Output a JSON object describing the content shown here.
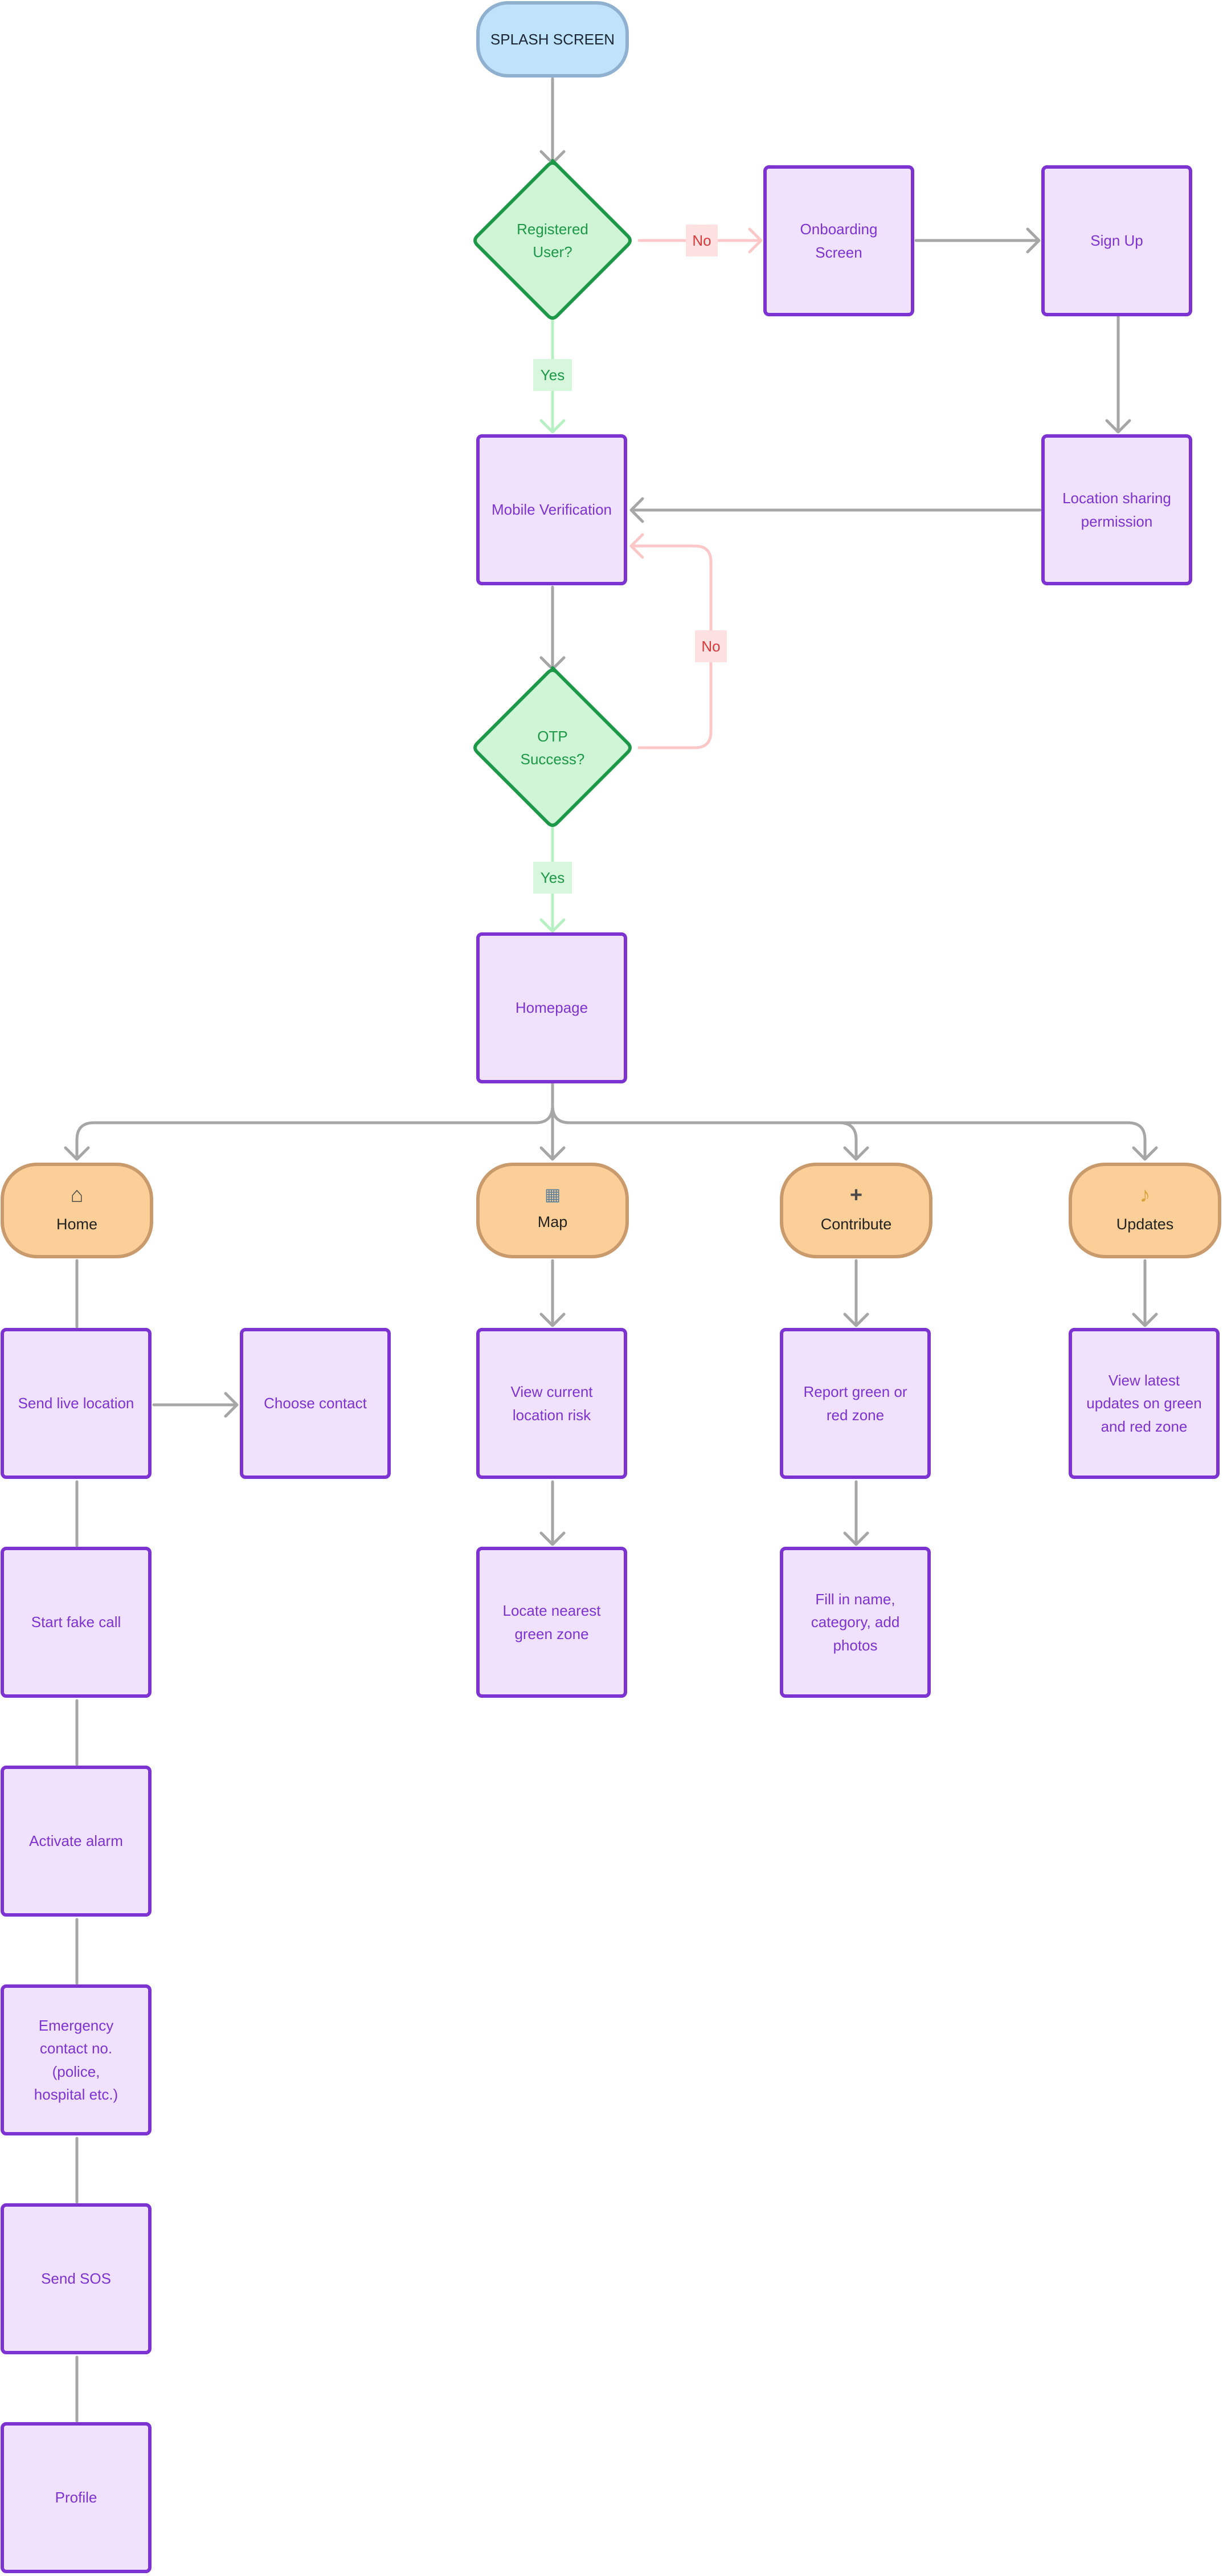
{
  "nodes": {
    "splash": "SPLASH SCREEN",
    "registered_user": "Registered\nUser?",
    "onboarding": "Onboarding\nScreen",
    "sign_up": "Sign Up",
    "mobile_verification": "Mobile Verification",
    "location_sharing": "Location sharing\npermission",
    "otp_success": "OTP\nSuccess?",
    "homepage": "Homepage",
    "home": "Home",
    "map": "Map",
    "contribute": "Contribute",
    "updates": "Updates",
    "send_live_location": "Send live location",
    "choose_contact": "Choose contact",
    "view_current_risk": "View current\nlocation risk",
    "locate_green_zone": "Locate nearest\ngreen zone",
    "report_zone": "Report green or\nred zone",
    "fill_in_details": "Fill in name,\ncategory, add\nphotos",
    "view_latest_updates": "View latest\nupdates on green\nand red zone",
    "start_fake_call": "Start fake call",
    "activate_alarm": "Activate alarm",
    "emergency_contact": "Emergency\ncontact no. (police,\nhospital etc.)",
    "send_sos": "Send SOS",
    "profile": "Profile"
  },
  "icons": {
    "home": "house-icon",
    "map": "map-icon",
    "contribute": "plus-icon",
    "updates": "bell-icon"
  },
  "edge_labels": {
    "registered_no": "No",
    "registered_yes": "Yes",
    "otp_no": "No",
    "otp_yes": "Yes"
  },
  "colors": {
    "start_fill": "#bfe3fb",
    "start_border": "#8fb1cf",
    "process_fill": "#f0e2fd",
    "process_border": "#7d33d2",
    "decision_fill": "#cff5d6",
    "decision_border": "#1c9848",
    "terminal_fill": "#fbcf97",
    "terminal_border": "#c89a6c",
    "edge_default": "#a6a6a6",
    "edge_no": "#fbc7c7",
    "edge_yes": "#b7f0c3"
  }
}
